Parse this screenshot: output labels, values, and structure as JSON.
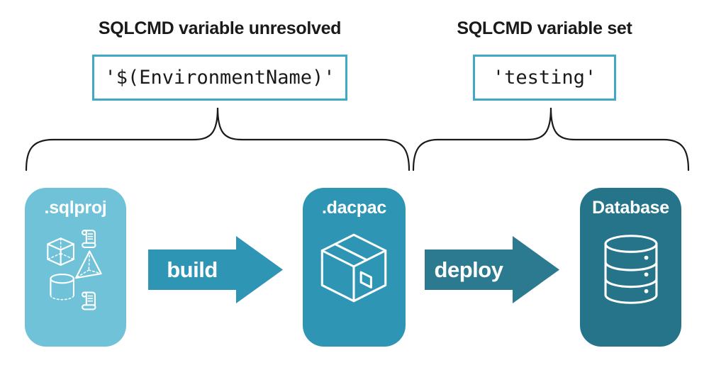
{
  "annotations": {
    "left": {
      "title": "SQLCMD variable unresolved",
      "code": "'$(EnvironmentName)'"
    },
    "right": {
      "title": "SQLCMD variable set",
      "code": "'testing'"
    }
  },
  "pipeline": {
    "stages": [
      {
        "label": ".sqlproj",
        "color": "#6FC2D8",
        "icon": "sql-objects-icon"
      },
      {
        "label": ".dacpac",
        "color": "#2E96B4",
        "icon": "package-icon"
      },
      {
        "label": "Database",
        "color": "#26748A",
        "icon": "database-icon"
      }
    ],
    "arrows": [
      {
        "label": "build",
        "color": "#2E96B4"
      },
      {
        "label": "deploy",
        "color": "#2B7A90"
      }
    ]
  },
  "colors": {
    "code_box_border": "#3FA9C6",
    "heading_text": "#1A1A1A",
    "brace_stroke": "#1A1A1A",
    "icon_stroke": "#FFFFFF",
    "stage_sqlproj": "#6FC2D8",
    "stage_dacpac": "#2E96B4",
    "stage_database": "#26748A",
    "arrow_build": "#2E96B4",
    "arrow_deploy": "#2B7A90"
  }
}
